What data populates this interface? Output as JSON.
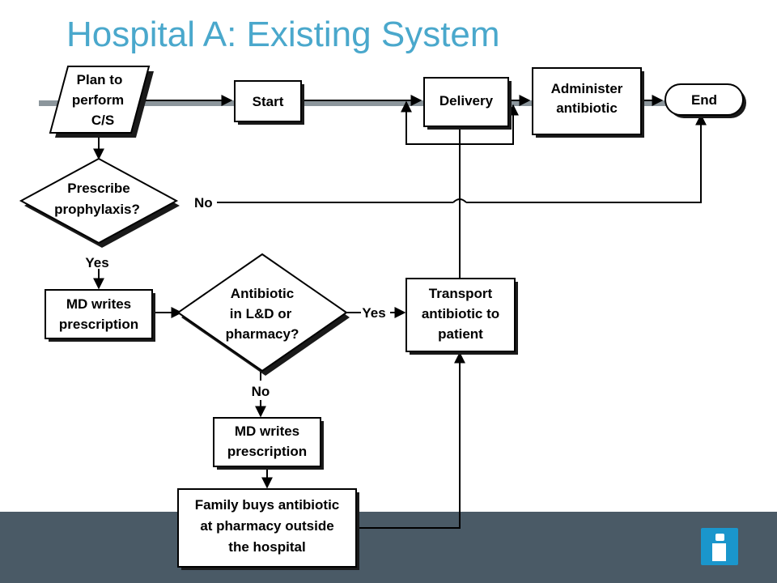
{
  "title": "Hospital A:  Existing System",
  "nodes": {
    "plan": [
      "Plan to",
      "perform",
      "C/S"
    ],
    "start": [
      "Start"
    ],
    "delivery": [
      "Delivery"
    ],
    "administer": [
      "Administer",
      "antibiotic"
    ],
    "end": [
      "End"
    ],
    "prescribe": [
      "Prescribe",
      "prophylaxis?"
    ],
    "md_writes_1": [
      "MD writes",
      "prescription"
    ],
    "antibiotic_q": [
      "Antibiotic",
      "in L&D or",
      "pharmacy?"
    ],
    "transport": [
      "Transport",
      "antibiotic to",
      "patient"
    ],
    "md_writes_2": [
      "MD writes",
      "prescription"
    ],
    "family_buys": [
      "Family buys antibiotic",
      "at pharmacy outside",
      "the hospital"
    ]
  },
  "edge_labels": {
    "no_1": "No",
    "yes_1": "Yes",
    "yes_2": "Yes",
    "no_2": "No"
  },
  "colors": {
    "title": "#4aa8cc",
    "footer": "#4a5a66",
    "rule": "#8c969c",
    "logo": "#1a96cc"
  },
  "logo_icon": "info-i-icon"
}
